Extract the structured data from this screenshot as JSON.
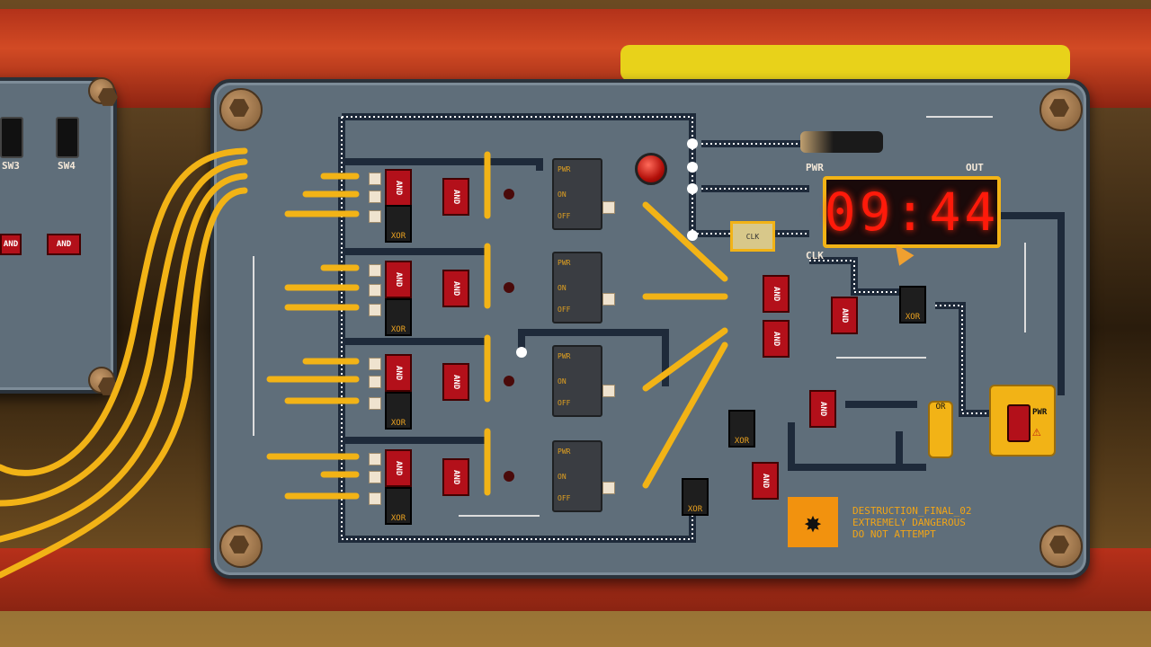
{
  "timer": {
    "display": "09:44"
  },
  "labels": {
    "pwr": "PWR",
    "out": "OUT",
    "clk": "CLK",
    "sw3": "SW3",
    "sw4": "SW4",
    "or": "OR",
    "pwr_button": "PWR",
    "clk_chip": "CLK",
    "on": "ON",
    "off": "OFF",
    "and": "AND",
    "xor": "XOR"
  },
  "warning": {
    "line1": "DESTRUCTION_FINAL_02",
    "line2": "EXTREMELY DANGEROUS",
    "line3": "DO NOT ATTEMPT"
  },
  "colors": {
    "board": "#5f6e7a",
    "wire": "#f2b316",
    "display_digits": "#ff1a0a",
    "and_chip": "#b3101a",
    "xor_chip": "#1e1e1e",
    "tube": "#c03a1c",
    "stripe": "#e8d21a"
  }
}
